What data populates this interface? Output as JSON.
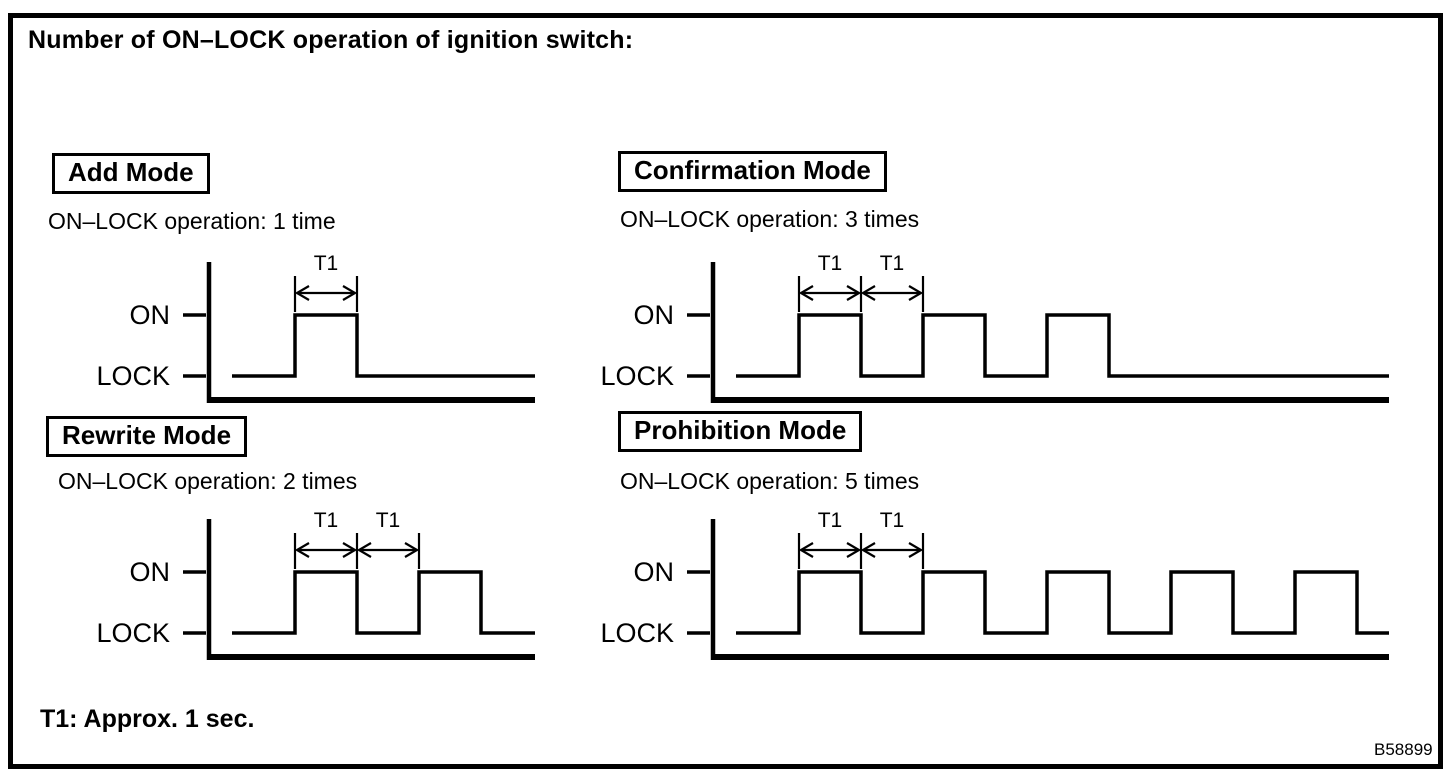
{
  "title": "Number of ON–LOCK operation of ignition switch:",
  "footnote": "T1: Approx. 1 sec.",
  "figure_code": "B58899",
  "levels": {
    "high": "ON",
    "low": "LOCK"
  },
  "t1_label": "T1",
  "t1_approx_seconds": 1,
  "modes": [
    {
      "name": "Add Mode",
      "operation_label": "ON–LOCK operation: 1 time",
      "operation_count": 1,
      "waveform": {
        "pulses": 1,
        "t1_intervals": 1
      }
    },
    {
      "name": "Confirmation Mode",
      "operation_label": "ON–LOCK operation: 3 times",
      "operation_count": 3,
      "waveform": {
        "pulses": 3,
        "t1_intervals": 2
      }
    },
    {
      "name": "Rewrite Mode",
      "operation_label": "ON–LOCK operation: 2 times",
      "operation_count": 2,
      "waveform": {
        "pulses": 2,
        "t1_intervals": 2
      }
    },
    {
      "name": "Prohibition Mode",
      "operation_label": "ON–LOCK operation: 5 times",
      "operation_count": 5,
      "waveform": {
        "pulses": 5,
        "t1_intervals": 2
      }
    }
  ]
}
